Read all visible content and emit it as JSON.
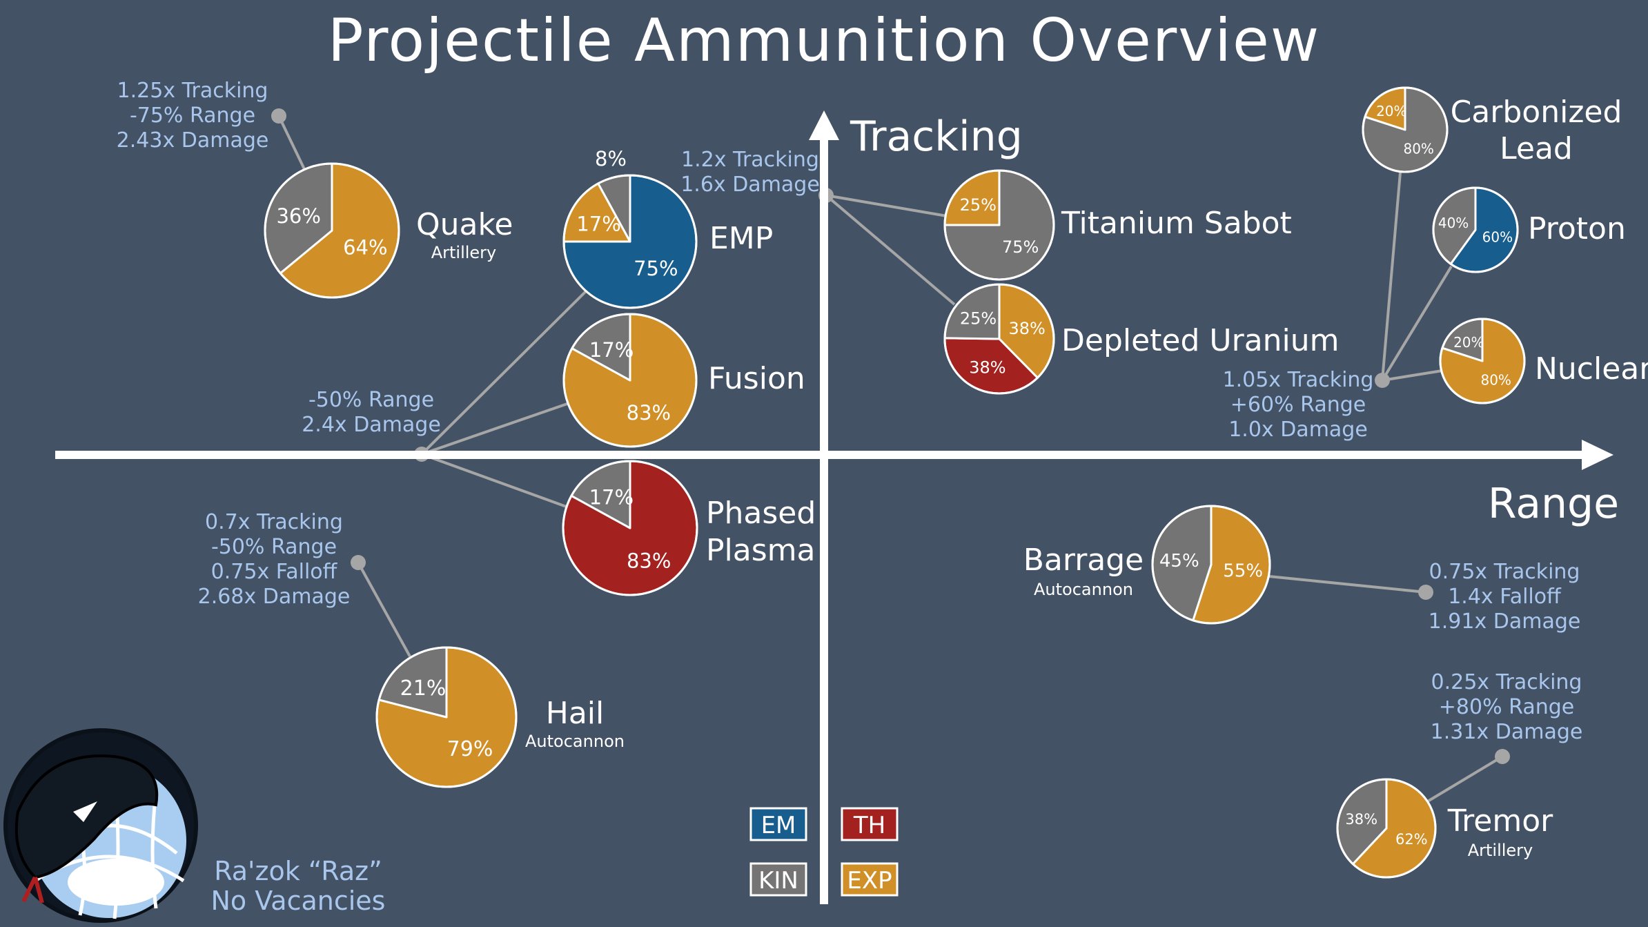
{
  "title": "Projectile Ammunition Overview",
  "axes": {
    "x_label": "Range",
    "y_label": "Tracking"
  },
  "colors": {
    "background": "#445266",
    "em": "#175d8e",
    "th": "#a3221f",
    "kin": "#747474",
    "exp": "#d18f27",
    "outline": "#ffffff",
    "stat_text": "#a9c6ec",
    "connector": "#a6a6a6",
    "signature": "#a9c6ec"
  },
  "legend": [
    {
      "key": "em",
      "label": "EM"
    },
    {
      "key": "th",
      "label": "TH"
    },
    {
      "key": "kin",
      "label": "KIN"
    },
    {
      "key": "exp",
      "label": "EXP"
    }
  ],
  "ammo": [
    {
      "id": "quake",
      "name": [
        "Quake"
      ],
      "subtitle": "Artillery",
      "slices": [
        {
          "type": "exp",
          "pct": 64,
          "label": "64%"
        },
        {
          "type": "kin",
          "pct": 36,
          "label": "36%"
        }
      ]
    },
    {
      "id": "emp",
      "name": [
        "EMP"
      ],
      "subtitle": "",
      "slices": [
        {
          "type": "em",
          "pct": 75,
          "label": "75%"
        },
        {
          "type": "exp",
          "pct": 17,
          "label": "17%"
        },
        {
          "type": "kin",
          "pct": 8,
          "label": "8%"
        }
      ]
    },
    {
      "id": "fusion",
      "name": [
        "Fusion"
      ],
      "subtitle": "",
      "slices": [
        {
          "type": "exp",
          "pct": 83,
          "label": "83%"
        },
        {
          "type": "kin",
          "pct": 17,
          "label": "17%"
        }
      ]
    },
    {
      "id": "phased-plasma",
      "name": [
        "Phased",
        "Plasma"
      ],
      "subtitle": "",
      "slices": [
        {
          "type": "th",
          "pct": 83,
          "label": "83%"
        },
        {
          "type": "kin",
          "pct": 17,
          "label": "17%"
        }
      ]
    },
    {
      "id": "titanium-sabot",
      "name": [
        "Titanium Sabot"
      ],
      "subtitle": "",
      "slices": [
        {
          "type": "kin",
          "pct": 75,
          "label": "75%"
        },
        {
          "type": "exp",
          "pct": 25,
          "label": "25%"
        }
      ]
    },
    {
      "id": "depleted-uranium",
      "name": [
        "Depleted Uranium"
      ],
      "subtitle": "",
      "slices": [
        {
          "type": "exp",
          "pct": 38,
          "label": "38%"
        },
        {
          "type": "th",
          "pct": 38,
          "label": "38%"
        },
        {
          "type": "kin",
          "pct": 25,
          "label": "25%"
        }
      ]
    },
    {
      "id": "carbonized-lead",
      "name": [
        "Carbonized",
        "Lead"
      ],
      "subtitle": "",
      "slices": [
        {
          "type": "kin",
          "pct": 80,
          "label": "80%"
        },
        {
          "type": "exp",
          "pct": 20,
          "label": "20%"
        }
      ]
    },
    {
      "id": "proton",
      "name": [
        "Proton"
      ],
      "subtitle": "",
      "slices": [
        {
          "type": "em",
          "pct": 60,
          "label": "60%"
        },
        {
          "type": "kin",
          "pct": 40,
          "label": "40%"
        }
      ]
    },
    {
      "id": "nuclear",
      "name": [
        "Nuclear"
      ],
      "subtitle": "",
      "slices": [
        {
          "type": "exp",
          "pct": 80,
          "label": "80%"
        },
        {
          "type": "kin",
          "pct": 20,
          "label": "20%"
        }
      ]
    },
    {
      "id": "barrage",
      "name": [
        "Barrage"
      ],
      "subtitle": "Autocannon",
      "slices": [
        {
          "type": "exp",
          "pct": 55,
          "label": "55%"
        },
        {
          "type": "kin",
          "pct": 45,
          "label": "45%"
        }
      ]
    },
    {
      "id": "hail",
      "name": [
        "Hail"
      ],
      "subtitle": "Autocannon",
      "slices": [
        {
          "type": "exp",
          "pct": 79,
          "label": "79%"
        },
        {
          "type": "kin",
          "pct": 21,
          "label": "21%"
        }
      ]
    },
    {
      "id": "tremor",
      "name": [
        "Tremor"
      ],
      "subtitle": "Artillery",
      "slices": [
        {
          "type": "exp",
          "pct": 62,
          "label": "62%"
        },
        {
          "type": "kin",
          "pct": 38,
          "label": "38%"
        }
      ]
    }
  ],
  "stat_groups": [
    {
      "id": "quake-stats",
      "lines": [
        "1.25x Tracking",
        "-75% Range",
        "2.43x Damage"
      ],
      "targets": [
        "quake"
      ]
    },
    {
      "id": "short-range-stats",
      "lines": [
        "-50% Range",
        "2.4x Damage"
      ],
      "targets": [
        "emp",
        "fusion",
        "phased-plasma"
      ]
    },
    {
      "id": "tracking-stats",
      "lines": [
        "1.2x Tracking",
        "1.6x Damage"
      ],
      "targets": [
        "titanium-sabot",
        "depleted-uranium"
      ]
    },
    {
      "id": "long-range-stats",
      "lines": [
        "1.05x Tracking",
        "+60% Range",
        "1.0x Damage"
      ],
      "targets": [
        "carbonized-lead",
        "proton",
        "nuclear"
      ]
    },
    {
      "id": "hail-stats",
      "lines": [
        "0.7x Tracking",
        "-50% Range",
        "0.75x Falloff",
        "2.68x Damage"
      ],
      "targets": [
        "hail"
      ]
    },
    {
      "id": "barrage-stats",
      "lines": [
        "0.75x Tracking",
        "1.4x Falloff",
        "1.91x Damage"
      ],
      "targets": [
        "barrage"
      ]
    },
    {
      "id": "tremor-stats",
      "lines": [
        "0.25x Tracking",
        "+80% Range",
        "1.31x Damage"
      ],
      "targets": [
        "tremor"
      ]
    }
  ],
  "signature": {
    "line1": "Ra'zok “Raz”",
    "line2": "No Vacancies",
    "logo": "serpent-logo"
  }
}
